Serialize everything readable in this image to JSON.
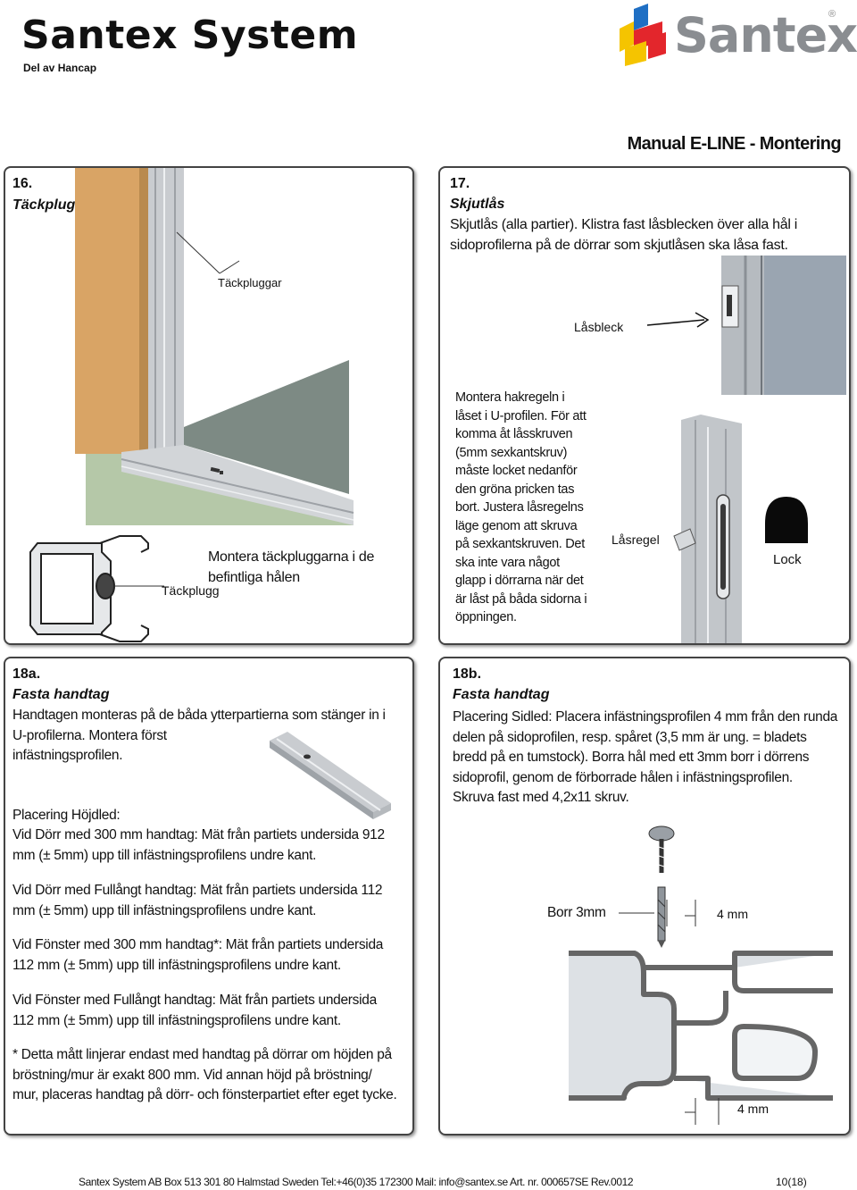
{
  "header": {
    "title": "Santex System",
    "subtitle": "Del av Hancap",
    "logo_text": "Santex",
    "logo_reg": "®",
    "manual_title": "Manual E-LINE - Montering"
  },
  "section16": {
    "number": "16.",
    "title": "Täckpluggar",
    "callout": "Täckpluggar",
    "instruction_line1": "Montera täckpluggarna i de",
    "instruction_line2": "befintliga hålen",
    "plug_label": "Täckplugg"
  },
  "section17": {
    "number": "17.",
    "title": "Skjutlås",
    "intro": "Skjutlås (alla partier). Klistra fast låsblecken över alla hål i sidoprofilerna på de dörrar som skjutlåsen ska låsa fast.",
    "lasbleck_label": "Låsbleck",
    "instructions": [
      "Montera hakregeln i",
      "låset i U-profilen. För att",
      "komma åt låsskruven",
      "(5mm sexkantskruv)",
      "måste locket nedanför",
      "den gröna pricken tas",
      "bort. Justera låsregelns",
      "läge genom att skruva",
      "på sexkantskruven. Det",
      "ska inte vara något",
      "glapp i dörrarna när det",
      "är låst på båda sidorna i",
      "öppningen."
    ],
    "lasregel_label": "Låsregel",
    "lock_label": "Lock"
  },
  "section18a": {
    "number": "18a.",
    "title": "Fasta handtag",
    "intro_lines": [
      "Handtagen monteras på de båda ytterpartierna som stänger in i",
      "U-profilerna. Montera först",
      "infästningsprofilen."
    ],
    "placement_heading": "Placering Höjdled:",
    "paragraphs": [
      [
        "Vid Dörr med 300 mm handtag: Mät från partiets undersida 912",
        "mm (± 5mm) upp till infästningsprofilens undre kant."
      ],
      [
        "Vid Dörr med Fullångt handtag: Mät från partiets undersida 112",
        "mm (± 5mm) upp till infästningsprofilens undre kant."
      ],
      [
        "Vid Fönster med 300 mm handtag*: Mät från partiets undersida",
        "112 mm (± 5mm) upp till infästningsprofilens undre kant."
      ],
      [
        "Vid Fönster med Fullångt handtag: Mät från partiets undersida",
        "112 mm (± 5mm) upp till infästningsprofilens undre kant."
      ],
      [
        "* Detta mått linjerar endast med handtag på dörrar om höjden på",
        "bröstning/mur är exakt 800 mm. Vid annan höjd på bröstning/",
        "mur, placeras handtag på dörr- och fönsterpartiet efter eget tycke."
      ]
    ]
  },
  "section18b": {
    "number": "18b.",
    "title": "Fasta handtag",
    "body_lines": [
      "Placering Sidled: Placera infästningsprofilen 4 mm från den runda",
      "delen på sidoprofilen, resp. spåret (3,5 mm är ung. = bladets",
      "bredd på en tumstock). Borra hål med ett 3mm borr i dörrens",
      "sidoprofil, genom de förborrade hålen i infästningsprofilen.",
      "Skruva fast med 4,2x11 skruv."
    ],
    "drill_label": "Borr 3mm",
    "dim_top": "4 mm",
    "dim_bottom": "4 mm"
  },
  "footer": {
    "text": "Santex System AB Box 513 301 80 Halmstad Sweden Tel:+46(0)35 172300 Mail: info@santex.se   Art. nr. 000657SE Rev.0012",
    "page": "10(18)"
  },
  "colors": {
    "wood": "#d9a465",
    "aluminium": "#c9ccd0",
    "floor": "#7d8a84",
    "wall": "#b5c8a8",
    "logo_grey": "#8a8d91",
    "logo_red": "#e3262c",
    "logo_yellow": "#f5c400",
    "logo_blue": "#1f6fc4"
  }
}
